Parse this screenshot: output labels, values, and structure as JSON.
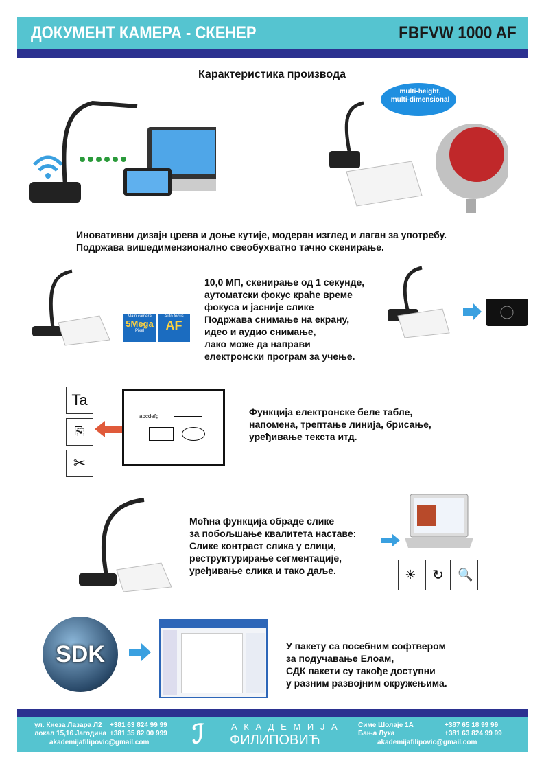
{
  "header": {
    "title": "ДОКУМЕНТ КАМЕРА - СКЕНЕР",
    "model": "FBFVW 1000 AF"
  },
  "subtitle": "Карактеристика производа",
  "bubble": "multi-height,\nmulti-dimensional",
  "sections": [
    {
      "text": "Иновативни дизајн црева и доње кутије, модеран изглед и лаган за употребу.\nПодржава вишедимензионално свеобухватно тачно скенирање."
    },
    {
      "text": "10,0 МП, скенирање од 1 секунде,\nаутоматски фокус краће време\nфокуса и јасније слике\nПодржава снимање на екрану,\nидео и аудио снимање,\nлако може да направи\nелектронски програм за учење.",
      "badge1": {
        "top": "Main camera",
        "main": "5Mega",
        "sub": "Pixel"
      },
      "badge2": {
        "top": "Auto focus",
        "main": "AF"
      }
    },
    {
      "text": "Функција електронске беле табле,\nнапомена, трептање линија, брисање,\nуређивање текста итд.",
      "whiteboard_text": "abcdefg",
      "tool_label": "Ta"
    },
    {
      "text": "Моћна функција обраде слике\nза побољшање квалитета наставе:\nСлике контраст слика у слици,\nреструктурирање сегментације,\nуређивање слика и тако даље."
    },
    {
      "text": "У пакету са посебним софтвером\nза подучавање Елоам,\nСДК пакети су такође доступни\nу разним развојним окружењима.",
      "sdk_label": "SDK"
    }
  ],
  "footer": {
    "left": {
      "address1": "ул. Кнеза Лазара Л2",
      "address2": "локал 15,16 Јагодина",
      "phone1": "+381 63 824 99 99",
      "phone2": "+381 35 82 00 999",
      "email": "akademijafilipovic@gmail.com"
    },
    "logo": {
      "line1": "А К А Д Е М И Ј А",
      "line2": "ФИЛИПОВИЋ"
    },
    "right": {
      "address1": "Симе Шолаје 1А",
      "address2": "Бања Лука",
      "phone1": "+387 65 18 99 99",
      "phone2": "+381 63 824 99 99",
      "email": "akademijafilipovic@gmail.com"
    }
  },
  "colors": {
    "cyan": "#55c4d0",
    "navy": "#2b3190",
    "accent": "#3aa0e0"
  }
}
